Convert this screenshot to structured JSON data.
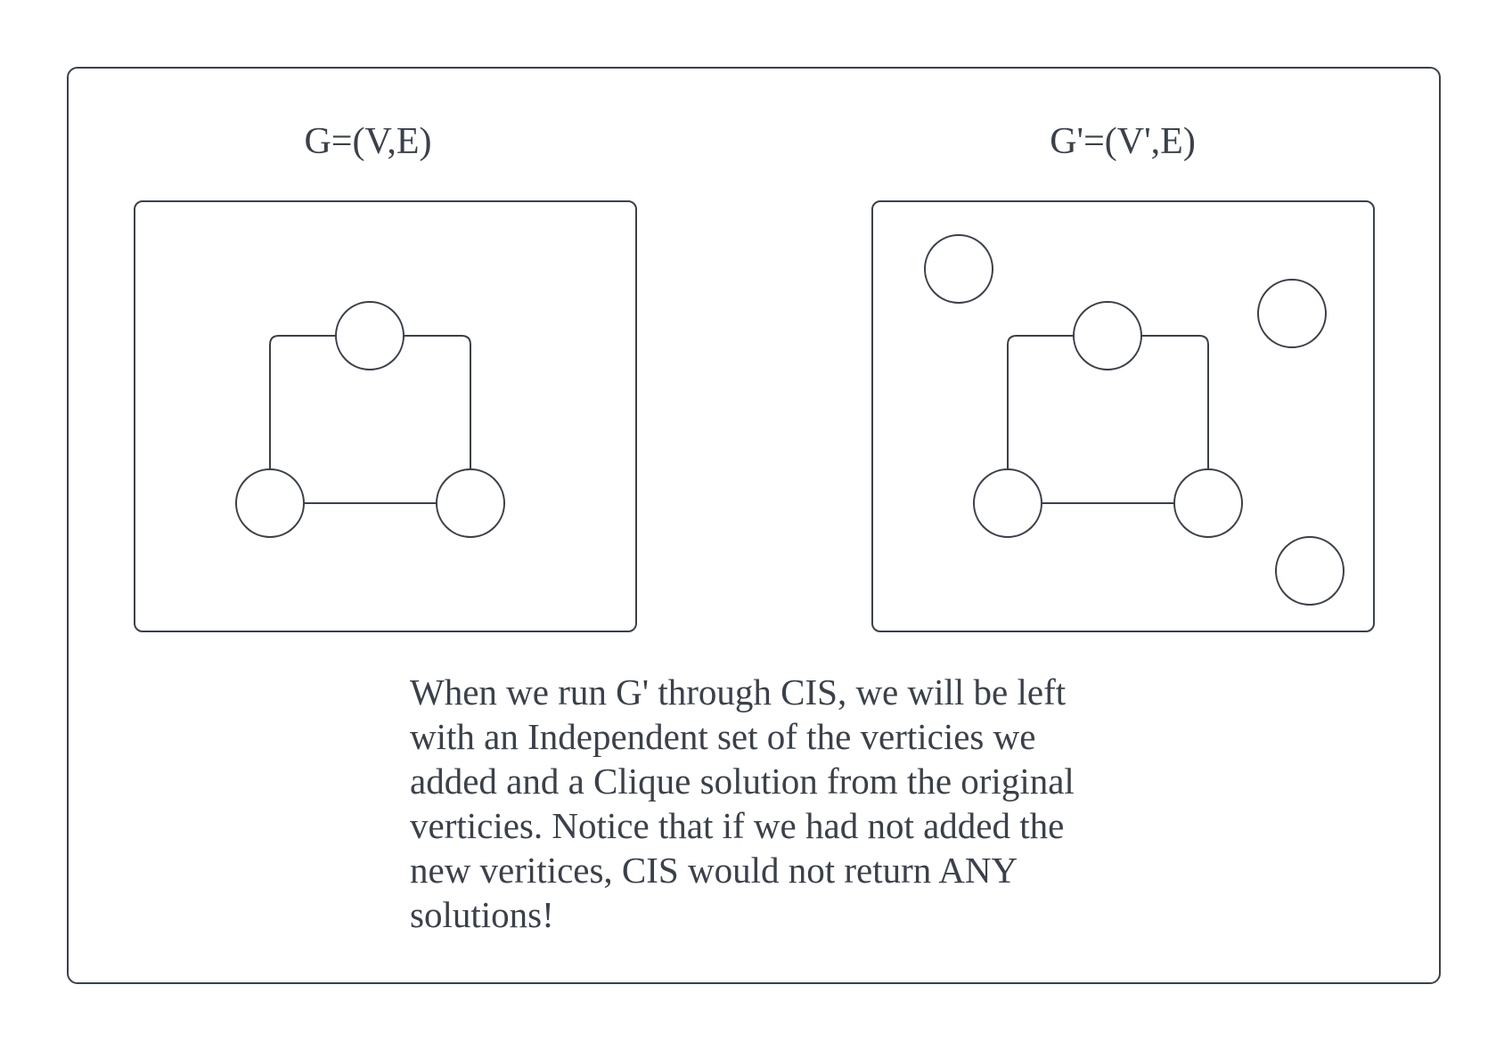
{
  "graphs": {
    "left_title": "G=(V,E)",
    "right_title": "G'=(V',E)"
  },
  "caption": "When we run G' through CIS, we will be left\nwith an Independent set of the verticies we\nadded and a Clique solution from the original\nverticies. Notice that if we had not added the\nnew veritices, CIS would not return ANY\nsolutions!",
  "colors": {
    "stroke": "#3a414a",
    "background": "#ffffff"
  }
}
